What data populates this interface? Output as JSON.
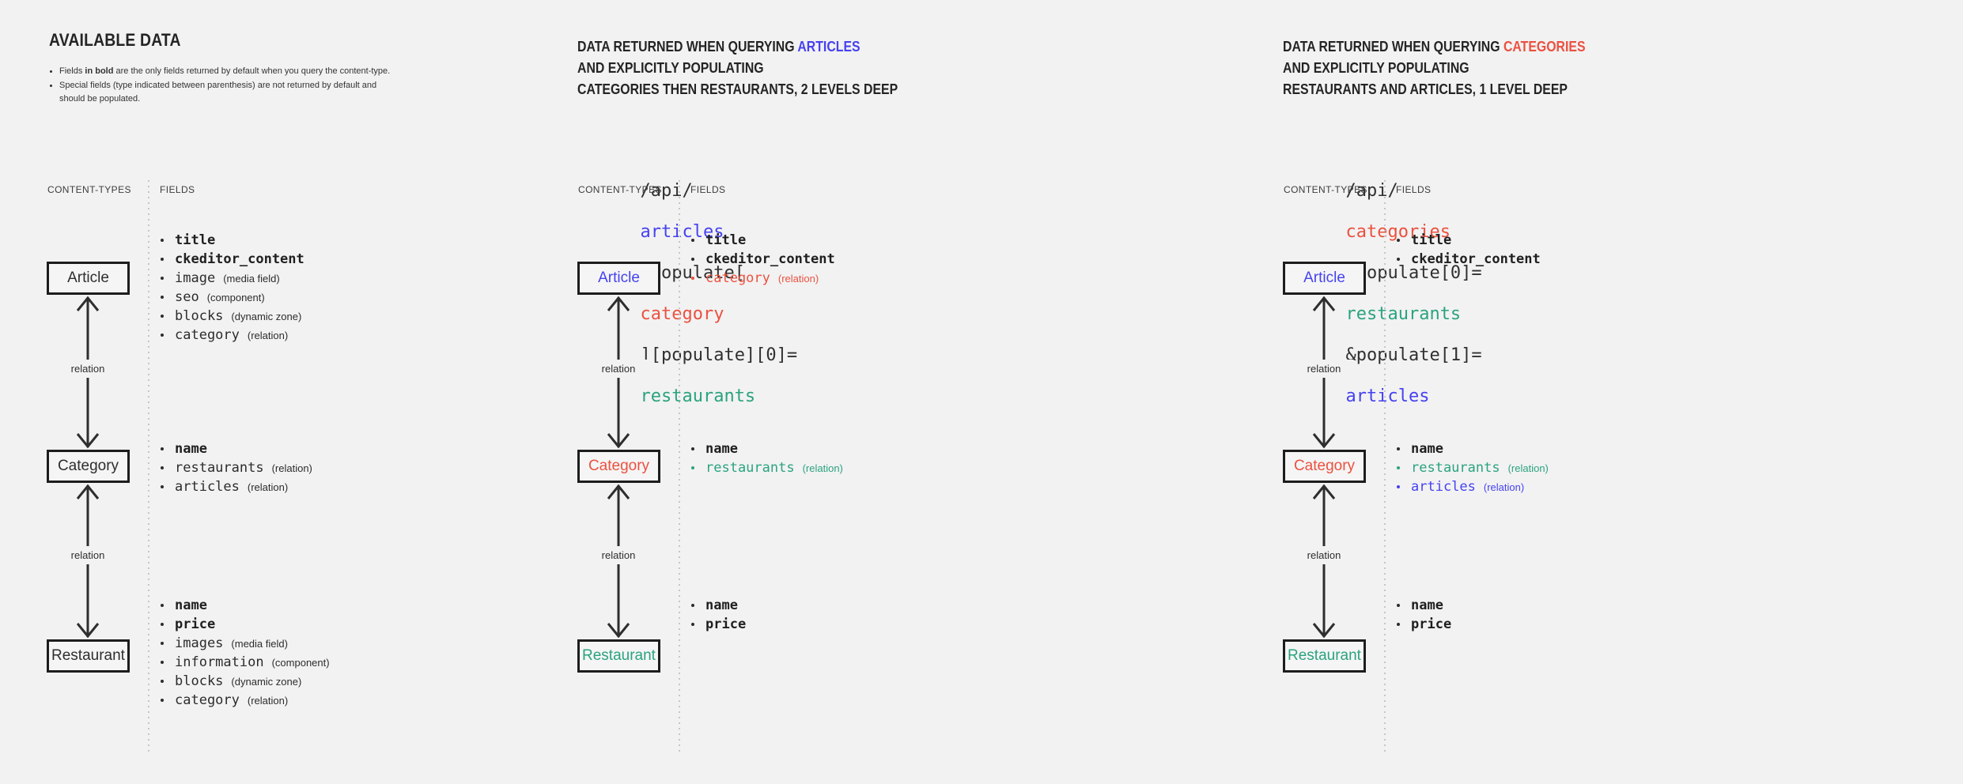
{
  "palette": {
    "blue": "#4642f0",
    "red": "#eb5140",
    "green": "#2aa37e"
  },
  "intro": {
    "title": "AVAILABLE DATA",
    "note1_pre": "Fields ",
    "note1_bold": "in bold",
    "note1_post": " are the only fields returned by default when you query the content-type.",
    "note2": "Special fields (type indicated between parenthesis) are not returned by default and should be populated."
  },
  "queries": [
    {
      "heading": {
        "line1_prefix": "DATA RETURNED WHEN QUERYING ",
        "line1_keyword": "ARTICLES",
        "keyword_color": "blue",
        "line2": "AND EXPLICITLY POPULATING",
        "line3": "CATEGORIES THEN RESTAURANTS, 2 LEVELS DEEP"
      },
      "code": [
        {
          "text": "/api/"
        },
        {
          "text": "articles",
          "color": "blue"
        },
        {
          "text": "?populate["
        },
        {
          "text": "category",
          "color": "red"
        },
        {
          "text": "][populate][0]="
        },
        {
          "text": "restaurants",
          "color": "green"
        }
      ]
    },
    {
      "heading": {
        "line1_prefix": "DATA RETURNED WHEN QUERYING ",
        "line1_keyword": "CATEGORIES",
        "keyword_color": "red",
        "line2": "AND EXPLICITLY POPULATING",
        "line3": "RESTAURANTS AND ARTICLES, 1 LEVEL DEEP"
      },
      "code": [
        {
          "text": "/api/"
        },
        {
          "text": "categories",
          "color": "red"
        },
        {
          "text": "?populate[0]="
        },
        {
          "text": "restaurants",
          "color": "green"
        },
        {
          "text": "&populate[1]="
        },
        {
          "text": "articles",
          "color": "blue"
        }
      ]
    }
  ],
  "diagrams": [
    {
      "labels": {
        "content_types": "CONTENT-TYPES",
        "fields": "FIELDS"
      },
      "relation_label": "relation",
      "nodes": [
        {
          "box": "Article",
          "fields": [
            {
              "name": "title",
              "bold": true
            },
            {
              "name": "ckeditor_content",
              "bold": true
            },
            {
              "name": "image",
              "type": "(media field)"
            },
            {
              "name": "seo",
              "type": "(component)"
            },
            {
              "name": "blocks",
              "type": "(dynamic zone)"
            },
            {
              "name": "category",
              "type": "(relation)"
            }
          ]
        },
        {
          "box": "Category",
          "fields": [
            {
              "name": "name",
              "bold": true
            },
            {
              "name": "restaurants",
              "type": "(relation)"
            },
            {
              "name": "articles",
              "type": "(relation)"
            }
          ]
        },
        {
          "box": "Restaurant",
          "fields": [
            {
              "name": "name",
              "bold": true
            },
            {
              "name": "price",
              "bold": true
            },
            {
              "name": "images",
              "type": "(media field)"
            },
            {
              "name": "information",
              "type": "(component)"
            },
            {
              "name": "blocks",
              "type": "(dynamic zone)"
            },
            {
              "name": "category",
              "type": "(relation)"
            }
          ]
        }
      ]
    },
    {
      "labels": {
        "content_types": "CONTENT-TYPES",
        "fields": "FIELDS"
      },
      "relation_label": "relation",
      "nodes": [
        {
          "box": "Article",
          "box_color": "blue",
          "fields": [
            {
              "name": "title",
              "bold": true
            },
            {
              "name": "ckeditor_content",
              "bold": true
            },
            {
              "name": "category",
              "type": "(relation)",
              "color": "red"
            }
          ]
        },
        {
          "box": "Category",
          "box_color": "red",
          "fields": [
            {
              "name": "name",
              "bold": true
            },
            {
              "name": "restaurants",
              "type": "(relation)",
              "color": "green"
            }
          ]
        },
        {
          "box": "Restaurant",
          "box_color": "green",
          "fields": [
            {
              "name": "name",
              "bold": true
            },
            {
              "name": "price",
              "bold": true
            }
          ]
        }
      ]
    },
    {
      "labels": {
        "content_types": "CONTENT-TYPES",
        "fields": "FIELDS"
      },
      "relation_label": "relation",
      "nodes": [
        {
          "box": "Article",
          "box_color": "blue",
          "fields": [
            {
              "name": "title",
              "bold": true
            },
            {
              "name": "ckeditor_content",
              "bold": true
            }
          ]
        },
        {
          "box": "Category",
          "box_color": "red",
          "fields": [
            {
              "name": "name",
              "bold": true
            },
            {
              "name": "restaurants",
              "type": "(relation)",
              "color": "green"
            },
            {
              "name": "articles",
              "type": "(relation)",
              "color": "blue"
            }
          ]
        },
        {
          "box": "Restaurant",
          "box_color": "green",
          "fields": [
            {
              "name": "name",
              "bold": true
            },
            {
              "name": "price",
              "bold": true
            }
          ]
        }
      ]
    }
  ]
}
